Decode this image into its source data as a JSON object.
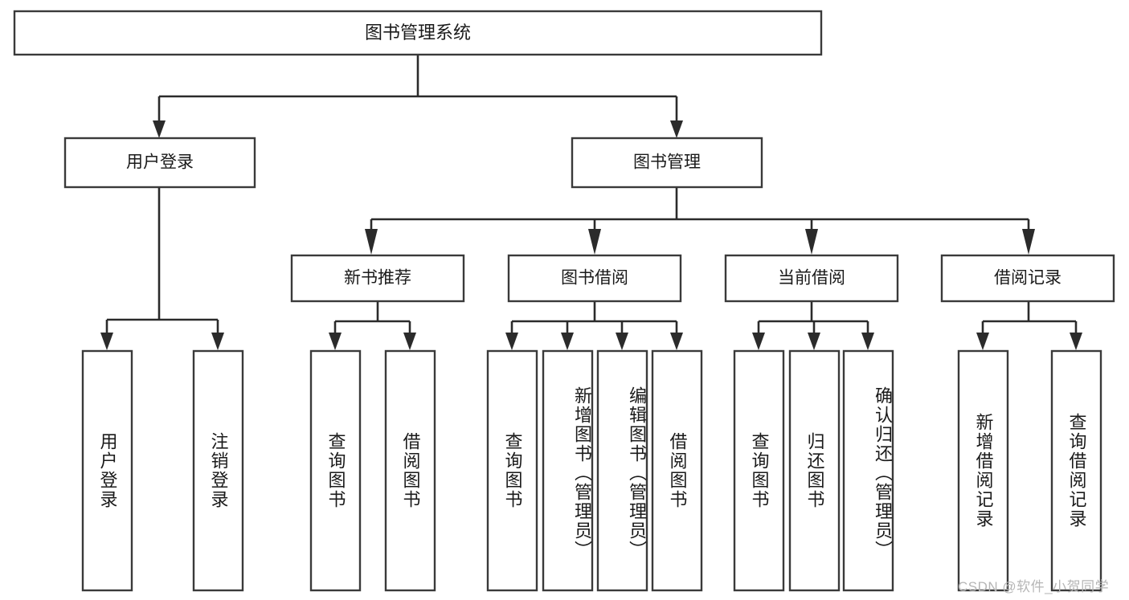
{
  "diagram": {
    "title": "图书管理系统",
    "type": "tree-hierarchy-diagram",
    "root": {
      "label": "图书管理系统"
    },
    "level2": [
      {
        "label": "用户登录"
      },
      {
        "label": "图书管理"
      }
    ],
    "level3": [
      {
        "label": "新书推荐"
      },
      {
        "label": "图书借阅"
      },
      {
        "label": "当前借阅"
      },
      {
        "label": "借阅记录"
      }
    ],
    "leaves": {
      "user_login": [
        {
          "label": "用户登录"
        },
        {
          "label": "注销登录"
        }
      ],
      "new_book_recommend": [
        {
          "label": "查询图书"
        },
        {
          "label": "借阅图书"
        }
      ],
      "book_borrow": [
        {
          "label": "查询图书"
        },
        {
          "label": "新增图书（管理员）"
        },
        {
          "label": "编辑图书（管理员）"
        },
        {
          "label": "借阅图书"
        }
      ],
      "current_borrow": [
        {
          "label": "查询图书"
        },
        {
          "label": "归还图书"
        },
        {
          "label": "确认归还（管理员）"
        }
      ],
      "borrow_record": [
        {
          "label": "新增借阅记录"
        },
        {
          "label": "查询借阅记录"
        }
      ]
    }
  },
  "watermark": {
    "text": "CSDN @软件_小贺同学"
  },
  "colors": {
    "box_stroke": "#3a3a3a",
    "connector": "#2b2b2b",
    "text": "#1a1a1a",
    "background": "#ffffff",
    "watermark": "#b6b6b6"
  }
}
